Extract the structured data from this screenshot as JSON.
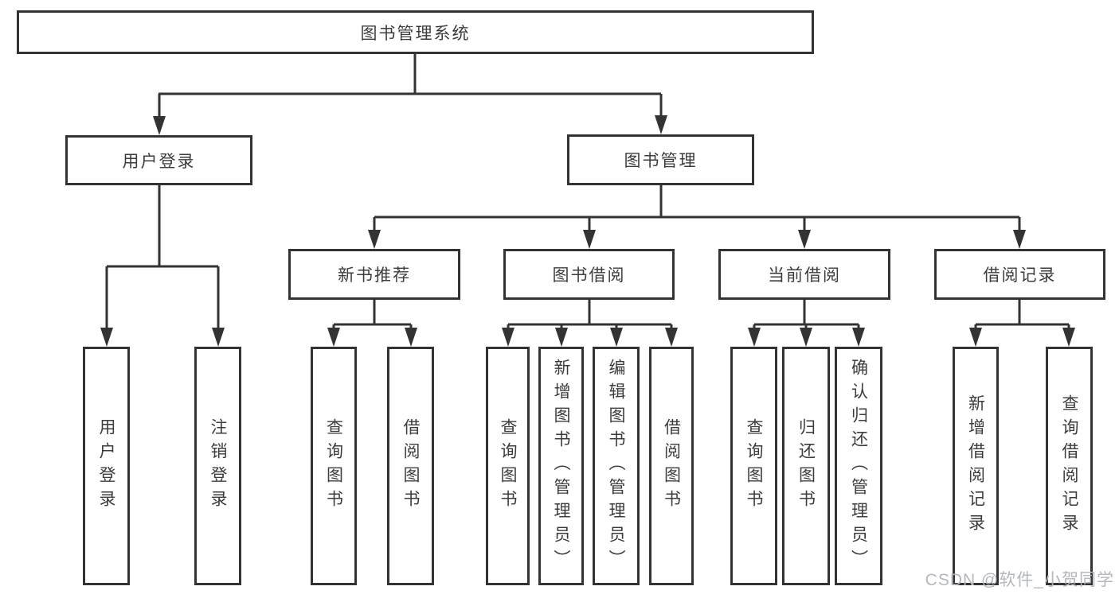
{
  "diagram": {
    "root": {
      "label": "图书管理系统"
    },
    "branches": [
      {
        "label": "用户登录",
        "children": [
          {
            "label": "用户登录"
          },
          {
            "label": "注销登录"
          }
        ]
      },
      {
        "label": "图书管理",
        "children": [
          {
            "label": "新书推荐",
            "children": [
              {
                "label": "查询图书"
              },
              {
                "label": "借阅图书"
              }
            ]
          },
          {
            "label": "图书借阅",
            "children": [
              {
                "label": "查询图书"
              },
              {
                "label": "新增图书（管理员）"
              },
              {
                "label": "编辑图书（管理员）"
              },
              {
                "label": "借阅图书"
              }
            ]
          },
          {
            "label": "当前借阅",
            "children": [
              {
                "label": "查询图书"
              },
              {
                "label": "归还图书"
              },
              {
                "label": "确认归还（管理员）"
              }
            ]
          },
          {
            "label": "借阅记录",
            "children": [
              {
                "label": "新增借阅记录"
              },
              {
                "label": "查询借阅记录"
              }
            ]
          }
        ]
      }
    ]
  },
  "watermark": {
    "text": "CSDN @软件_小贺同学"
  },
  "colors": {
    "line": "#333333",
    "text": "#3c3c3c",
    "background": "#ffffff",
    "watermark": "#b4b7bc"
  }
}
